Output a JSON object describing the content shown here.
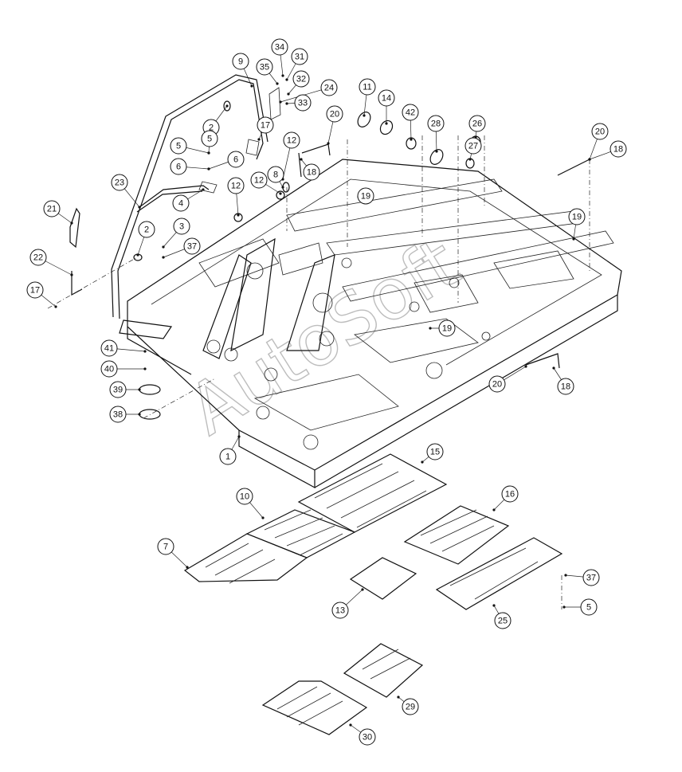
{
  "watermark": "AutoSoft",
  "callouts": [
    {
      "n": "34"
    },
    {
      "n": "31"
    },
    {
      "n": "9"
    },
    {
      "n": "35"
    },
    {
      "n": "32"
    },
    {
      "n": "24"
    },
    {
      "n": "33"
    },
    {
      "n": "11"
    },
    {
      "n": "14"
    },
    {
      "n": "20"
    },
    {
      "n": "42"
    },
    {
      "n": "28"
    },
    {
      "n": "26"
    },
    {
      "n": "27"
    },
    {
      "n": "2"
    },
    {
      "n": "17"
    },
    {
      "n": "5"
    },
    {
      "n": "12"
    },
    {
      "n": "6"
    },
    {
      "n": "8"
    },
    {
      "n": "12"
    },
    {
      "n": "18"
    },
    {
      "n": "19"
    },
    {
      "n": "20"
    },
    {
      "n": "18"
    },
    {
      "n": "5"
    },
    {
      "n": "6"
    },
    {
      "n": "23"
    },
    {
      "n": "4"
    },
    {
      "n": "12"
    },
    {
      "n": "21"
    },
    {
      "n": "3"
    },
    {
      "n": "2"
    },
    {
      "n": "37"
    },
    {
      "n": "22"
    },
    {
      "n": "17"
    },
    {
      "n": "19"
    },
    {
      "n": "41"
    },
    {
      "n": "40"
    },
    {
      "n": "39"
    },
    {
      "n": "38"
    },
    {
      "n": "19"
    },
    {
      "n": "20"
    },
    {
      "n": "18"
    },
    {
      "n": "1"
    },
    {
      "n": "15"
    },
    {
      "n": "10"
    },
    {
      "n": "16"
    },
    {
      "n": "7"
    },
    {
      "n": "37"
    },
    {
      "n": "13"
    },
    {
      "n": "5"
    },
    {
      "n": "25"
    },
    {
      "n": "29"
    },
    {
      "n": "30"
    }
  ]
}
